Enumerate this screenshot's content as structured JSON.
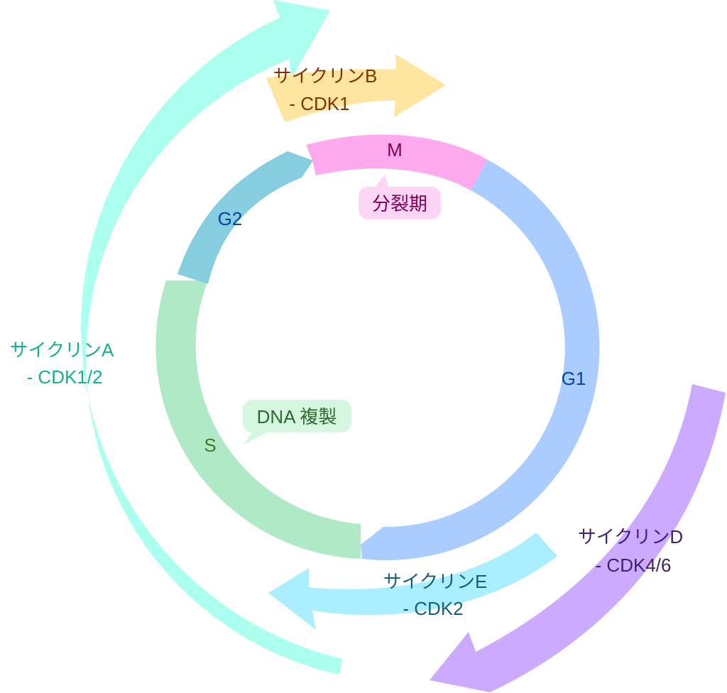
{
  "phases": [
    {
      "id": "M",
      "label": "M",
      "color": "#ffaaee",
      "text_color": "#800055"
    },
    {
      "id": "G1",
      "label": "G1",
      "color": "#aaccff",
      "text_color": "#0044aa"
    },
    {
      "id": "S",
      "label": "S",
      "color": "#afe9c6",
      "text_color": "#447821"
    },
    {
      "id": "G2",
      "label": "G2",
      "color": "#87cde0",
      "text_color": "#0044aa"
    }
  ],
  "callouts": {
    "mitosis": {
      "text": "分裂期",
      "bg": "#ffd5f6",
      "color": "#800055"
    },
    "dna_replication": {
      "text": "DNA 複製",
      "bg": "#d5f6df",
      "color": "#2d6a2d"
    }
  },
  "cyclins": {
    "b": {
      "line1": "サイクリンB",
      "line2": "- CDK1",
      "color": "#ffe6a0",
      "text_color": "#803300"
    },
    "a": {
      "line1": "サイクリンA",
      "line2": "- CDK1/2",
      "color": "#aaffee",
      "text_color": "#16b08a"
    },
    "d": {
      "line1": "サイクリンD",
      "line2": "- CDK4/6",
      "color": "#ccaaff",
      "text_color": "#44216b"
    },
    "e": {
      "line1": "サイクリンE",
      "line2": "- CDK2",
      "color": "#aaeeff",
      "text_color": "#165f7a"
    }
  }
}
